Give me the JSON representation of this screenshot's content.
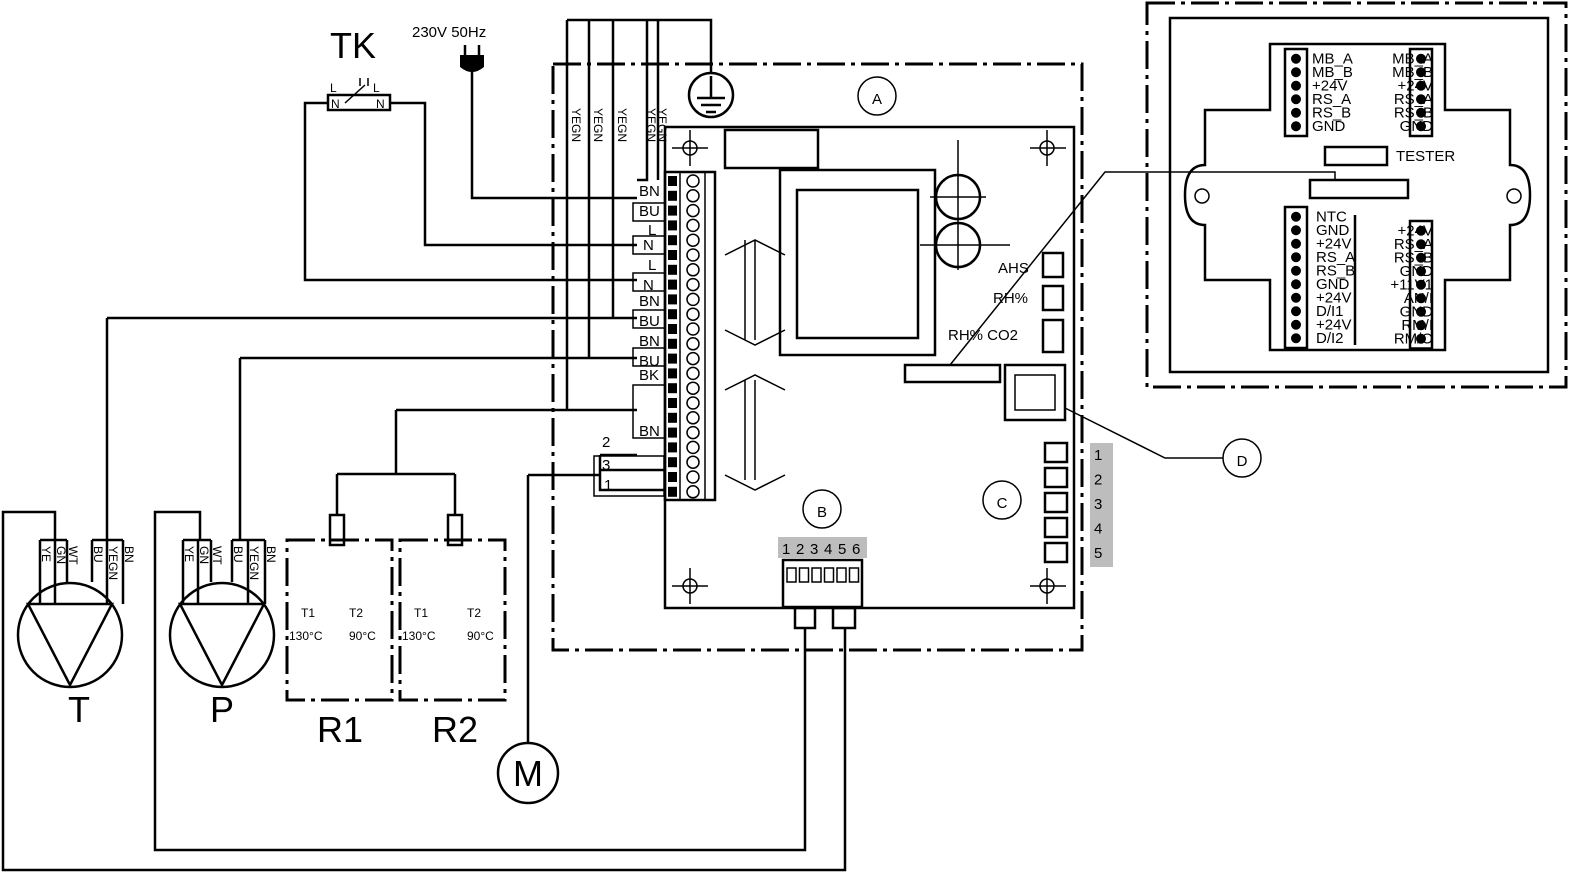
{
  "labels": {
    "tk": "TK",
    "power": "230V 50Hz",
    "A": "A",
    "B": "B",
    "C": "C",
    "D": "D",
    "M": "M",
    "T": "T",
    "P": "P",
    "R1": "R1",
    "R2": "R2",
    "ahs": "AHS",
    "rh": "RH%",
    "rhco2": "RH% CO2",
    "tester": "TESTER"
  },
  "yegn": [
    "YEGN",
    "YEGN",
    "YEGN",
    "YEGN",
    "YEGN"
  ],
  "strip_labels": [
    "BN",
    "BU",
    "L",
    "N",
    "L",
    "N",
    "BN",
    "BU",
    "BN",
    "BU",
    "BK",
    "BN",
    "2",
    "3",
    "1"
  ],
  "tk_contacts": [
    "L",
    "N",
    "L",
    "N"
  ],
  "b_numbers": [
    "1",
    "2",
    "3",
    "4",
    "5",
    "6"
  ],
  "c_numbers": [
    "1",
    "2",
    "3",
    "4",
    "5"
  ],
  "pump_wires": [
    "YE",
    "GN",
    "WT",
    "BU",
    "YEGN",
    "BN"
  ],
  "thermostat": {
    "t1": "T1",
    "t2": "T2",
    "t1_temp": "130°C",
    "t2_temp": "90°C"
  },
  "remote": {
    "top_left": [
      "MB_A",
      "MB_B",
      "+24V",
      "RS_A",
      "RS_B",
      "GND"
    ],
    "top_right": [
      "MB_A",
      "MB_B",
      "+24V",
      "RS_A",
      "RS_B",
      "GND"
    ],
    "bottom_left": [
      "NTC",
      "GND",
      "+24V",
      "RS_A",
      "RS_B",
      "GND",
      "+24V",
      "D/I1",
      "+24V",
      "D/I2"
    ],
    "bottom_right": [
      "+24V",
      "RS_A",
      "RS_B",
      "GND",
      "+11V1",
      "AN/I",
      "GND",
      "RM/I",
      "RM/O"
    ]
  }
}
